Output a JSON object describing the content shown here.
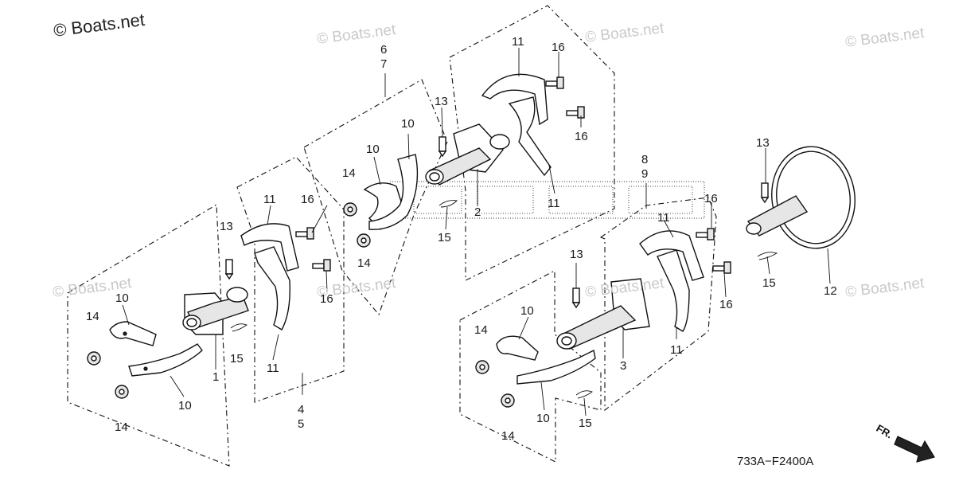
{
  "watermarks": {
    "main": "© Boats.net",
    "faint": "© Boats.net"
  },
  "diagram_code": "733A−F2400A",
  "front_arrow_label": "FR.",
  "callouts": {
    "n1": "1",
    "n2": "2",
    "n3": "3",
    "n4": "4",
    "n5": "5",
    "n6": "6",
    "n7": "7",
    "n8": "8",
    "n9": "9",
    "n10": "10",
    "n11": "11",
    "n12": "12",
    "n13": "13",
    "n14": "14",
    "n15": "15",
    "n16": "16"
  }
}
